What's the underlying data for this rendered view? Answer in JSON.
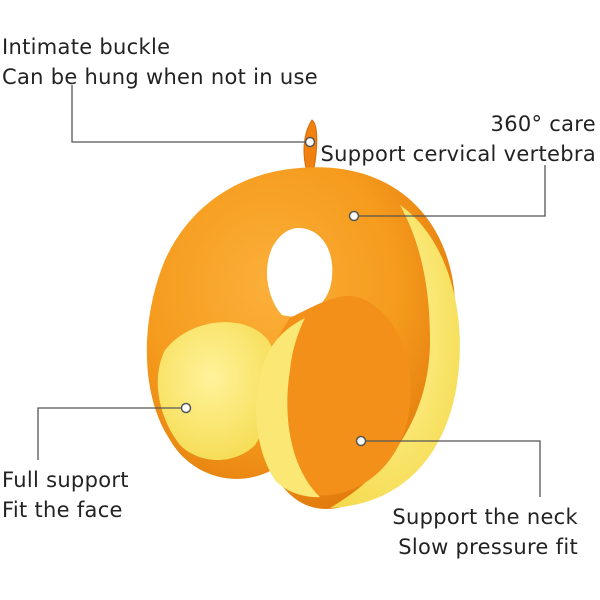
{
  "callouts": {
    "buckle": {
      "line1": "Intimate buckle",
      "line2": "Can be hung when not in use"
    },
    "care": {
      "line1": "360° care",
      "line2": "Support cervical vertebra"
    },
    "face": {
      "line1": "Full support",
      "line2": "Fit the face"
    },
    "neck": {
      "line1": "Support the neck",
      "line2": "Slow pressure fit"
    }
  },
  "colors": {
    "orange": "#f59a1c",
    "orange_dark": "#e8820f",
    "yellow": "#fbe66a",
    "yellow_light": "#fdf08f",
    "leader": "#555555"
  }
}
